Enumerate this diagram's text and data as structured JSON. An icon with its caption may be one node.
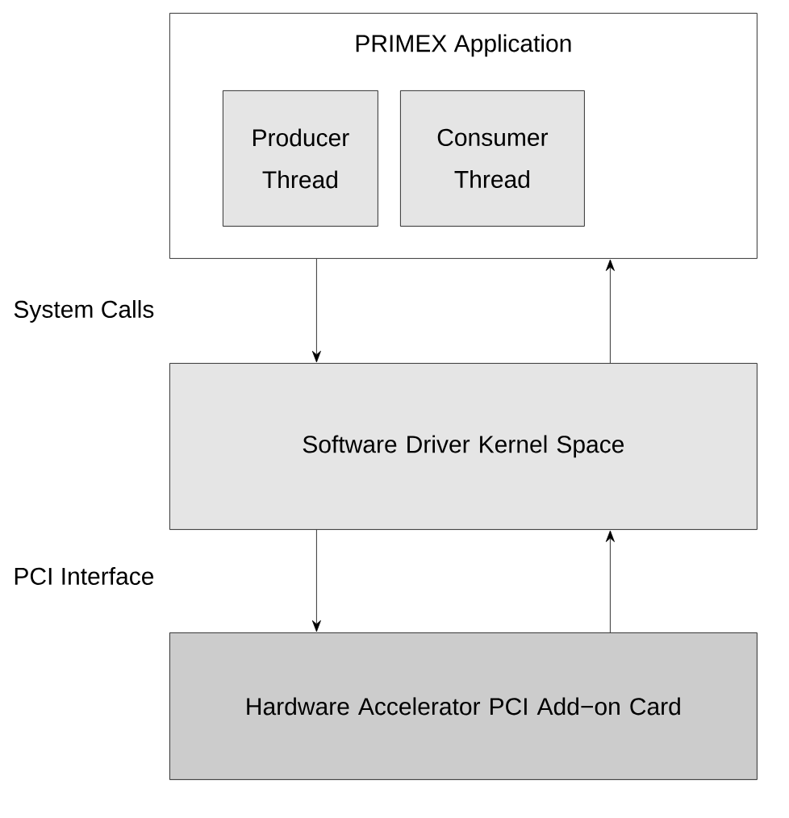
{
  "diagram": {
    "nodes": [
      {
        "text": [
          "PRIMEX Application"
        ]
      },
      {
        "text": [
          "Producer Thread"
        ],
        "in": 0
      },
      {
        "text": [
          "Consumer Thread"
        ],
        "in": 0
      },
      {
        "text": [
          "Software Driver Kernel Space"
        ]
      },
      {
        "text": [
          "Hardware Accelerator PCI Add−on Card"
        ]
      }
    ],
    "edges": [
      {
        "from": 0,
        "to": 3,
        "arrow": "to"
      },
      {
        "from": 3,
        "to": 0,
        "arrow": "to"
      },
      {
        "from": 3,
        "to": 4,
        "arrow": "to"
      },
      {
        "from": 4,
        "to": 3,
        "arrow": "to"
      }
    ],
    "labels": [
      "System Calls",
      "PCI Interface"
    ]
  }
}
